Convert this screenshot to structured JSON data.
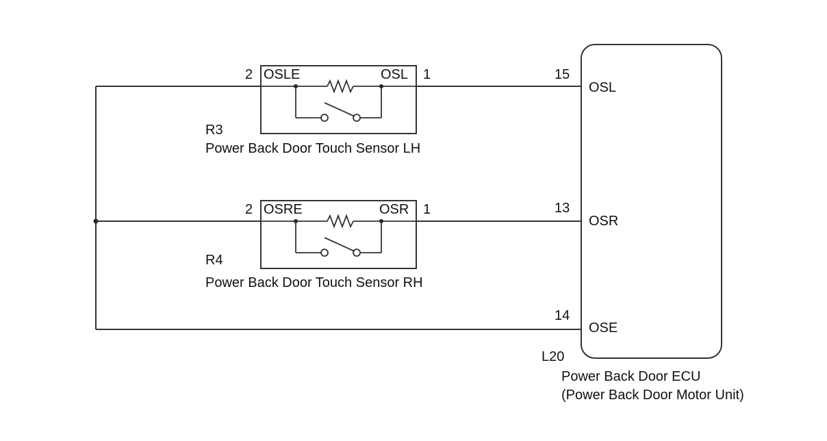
{
  "sensor_lh": {
    "pin_left": "2",
    "pin_right": "1",
    "term_left": "OSLE",
    "term_right": "OSL",
    "code": "R3",
    "name": "Power Back Door Touch Sensor LH"
  },
  "sensor_rh": {
    "pin_left": "2",
    "pin_right": "1",
    "term_left": "OSRE",
    "term_right": "OSR",
    "code": "R4",
    "name": "Power Back Door Touch Sensor RH"
  },
  "ecu": {
    "code": "L20",
    "name": "Power Back Door ECU",
    "subname": "(Power Back Door Motor Unit)",
    "pins": [
      {
        "pin": "15",
        "terminal": "OSL"
      },
      {
        "pin": "13",
        "terminal": "OSR"
      },
      {
        "pin": "14",
        "terminal": "OSE"
      }
    ]
  }
}
